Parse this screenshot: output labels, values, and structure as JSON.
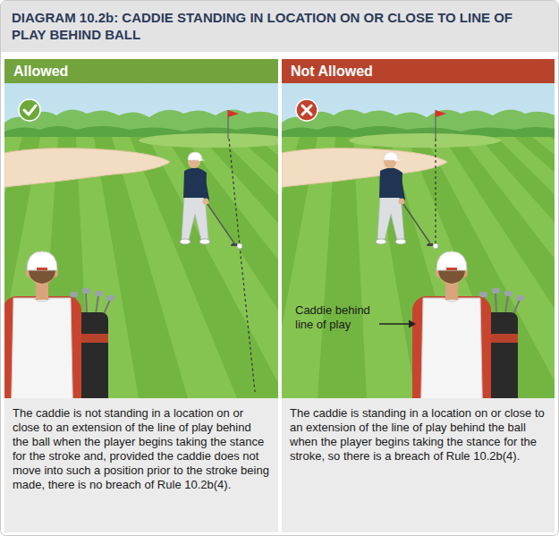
{
  "diagram": {
    "title": "DIAGRAM 10.2b: CADDIE STANDING IN LOCATION ON OR CLOSE TO LINE OF PLAY BEHIND BALL",
    "nodes": [
      {
        "text": [
          "Allowed"
        ]
      },
      {
        "text": [
          "Not Allowed"
        ]
      },
      {
        "text": [
          "The caddie is not standing in a location on or close to an extension of the line of play behind the ball when the player begins taking the stance for the stroke and, provided the caddie does not move into such a position prior to the stroke being made, there is no breach of Rule 10.2b(4)."
        ]
      },
      {
        "text": [
          "The caddie is standing in a location on or close to an extension of the line of play behind the ball when the player begins taking the stance for the stroke, so there is a breach of Rule 10.2b(4)."
        ]
      }
    ],
    "labels": [
      "Caddie behind line of play"
    ]
  }
}
